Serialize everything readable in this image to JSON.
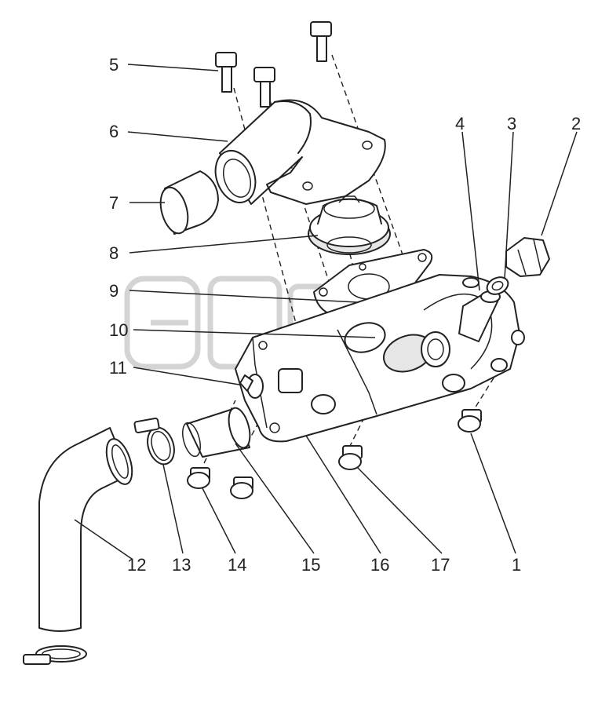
{
  "diagram": {
    "kind": "exploded-parts-view",
    "line_color": "#222222",
    "watermark_color": "#d4d4d4",
    "callouts": [
      "1",
      "2",
      "3",
      "4",
      "5",
      "6",
      "7",
      "8",
      "9",
      "10",
      "11",
      "12",
      "13",
      "14",
      "15",
      "16",
      "17"
    ]
  }
}
